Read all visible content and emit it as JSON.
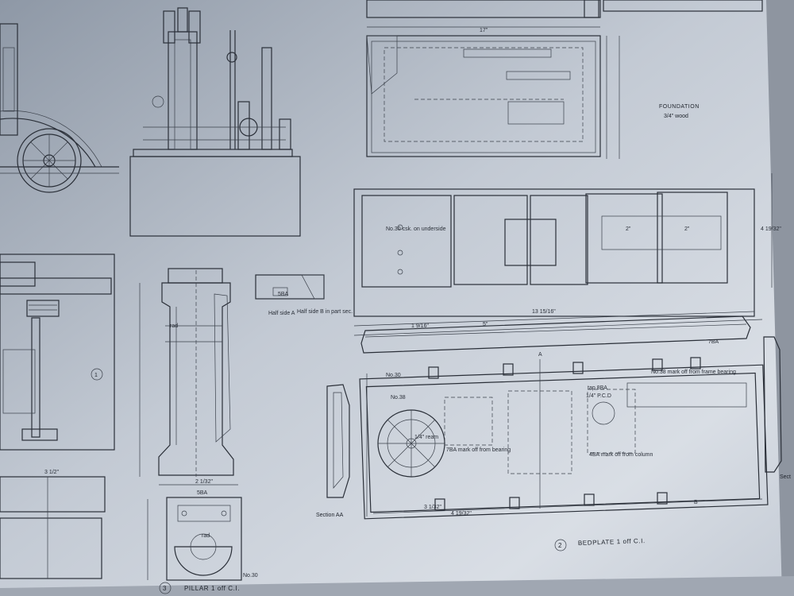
{
  "sheet": {
    "foundation_title": "FOUNDATION",
    "foundation_material": "3/4\" wood",
    "bedplate_number": "2",
    "bedplate_title": "BEDPLATE  1 off C.I.",
    "pillar_number": "3",
    "pillar_title": "PILLAR  1 off C.I.",
    "section_aa": "Section AA",
    "section_partial": "Sect",
    "ref_one": "1"
  },
  "notes": {
    "countersink": "No.30 csk. on underside",
    "no30_top": "No.30",
    "no38": "No.38",
    "tap_8ba": "tap 8BA",
    "pcd": "1/4\" P.C.D",
    "ream": "1/4\" ream",
    "mark_bearing": "7BA mark off from bearing",
    "mark_column": "4BA mark off from column",
    "mark_frame": "No.38 mark off from frame bearing",
    "seven_ba": "7BA",
    "five_ba_pillar": "5BA",
    "five_ba_side": "5BA",
    "half_side_a": "Half side A",
    "half_side_b": "Half side B in part sec.",
    "rad": "rad",
    "rad2": "rad",
    "no30_pillar": "No.30",
    "section_letter_a": "A",
    "section_letter_b": "B"
  },
  "dimensions": {
    "d1": "17\"",
    "d2": "2\"",
    "d3": "2\"",
    "d4": "13 15/16\"",
    "d5": "4 19/32\"",
    "d6": "5\"",
    "d7": "4 19/32\"",
    "d8": "1 9/16\"",
    "d9": "3 1/32\"",
    "d10": "2 1/32\"",
    "d11": "3 1/2\""
  }
}
